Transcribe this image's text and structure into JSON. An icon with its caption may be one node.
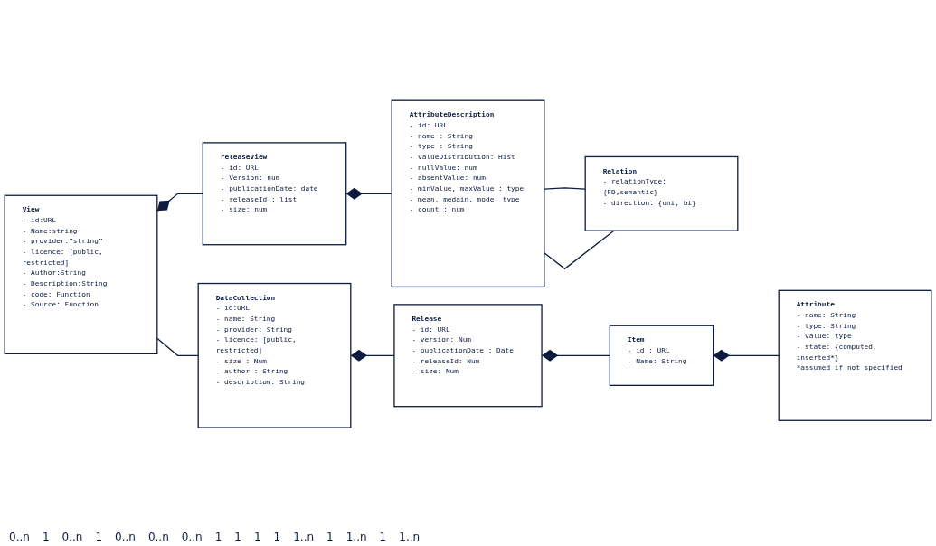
{
  "diagram": {
    "nodes": [
      {
        "text": [
          "View",
          "- id:URL",
          "- Name:string",
          "- provider:”string”",
          "- licence: [public, restricted]",
          "- Author:String",
          "- Description:String",
          "- code: Function",
          "- Source: Function"
        ]
      },
      {
        "text": [
          "releaseView",
          "- id: URL",
          "- Version: num",
          "- publicationDate: date",
          "- releaseId : list",
          "- size: num"
        ]
      },
      {
        "text": [
          "AttributeDescription",
          "- id: URL",
          "- name : String",
          "- type : String",
          "- valueDistribution: Hist",
          "- nullValue: num",
          "- absentValue: num",
          "- minValue, maxValue : type",
          "- mean, medain, mode: type",
          "- count : num"
        ]
      },
      {
        "text": [
          "DataCollection",
          "- id:URL",
          "- name: String",
          "- provider: String",
          "- licence: [public, restricted]",
          "- size : Num",
          "- author : String",
          "- description: String"
        ]
      },
      {
        "text": [
          "Relation",
          "- relationType:{FD,semantic}",
          "- direction: {uni, bi}"
        ]
      },
      {
        "text": [
          "Release",
          "- id: URL",
          "- version: Num",
          "- publicationDate : Date",
          "- releaseId: Num",
          "- size: Num"
        ]
      },
      {
        "text": [
          "Item",
          "- id : URL",
          "- Name: String"
        ]
      },
      {
        "text": [
          "Attribute",
          "- name: String",
          "- type: String",
          "- value: type",
          "- state: {computed, inserted*}",
          "*assumed if not specified"
        ]
      }
    ],
    "edges": [
      {
        "from": 0,
        "to": 1,
        "arrow": "other"
      },
      {
        "from": 1,
        "to": 2,
        "arrow": "other"
      },
      {
        "from": 0,
        "to": 3,
        "arrow": "none"
      },
      {
        "from": 2,
        "to": 4,
        "arrow": "none"
      },
      {
        "from": 2,
        "to": 4,
        "arrow": "none"
      },
      {
        "from": 3,
        "to": 5,
        "arrow": "other"
      },
      {
        "from": 5,
        "to": 6,
        "arrow": "other"
      },
      {
        "from": 6,
        "to": 7,
        "arrow": "other"
      }
    ],
    "labels": [
      "0..n",
      "1",
      "0..n",
      "1",
      "0..n",
      "0..n",
      "0..n",
      "1",
      "1",
      "1",
      "1",
      "1..n",
      "1",
      "1..n",
      "1",
      "1..n"
    ]
  }
}
